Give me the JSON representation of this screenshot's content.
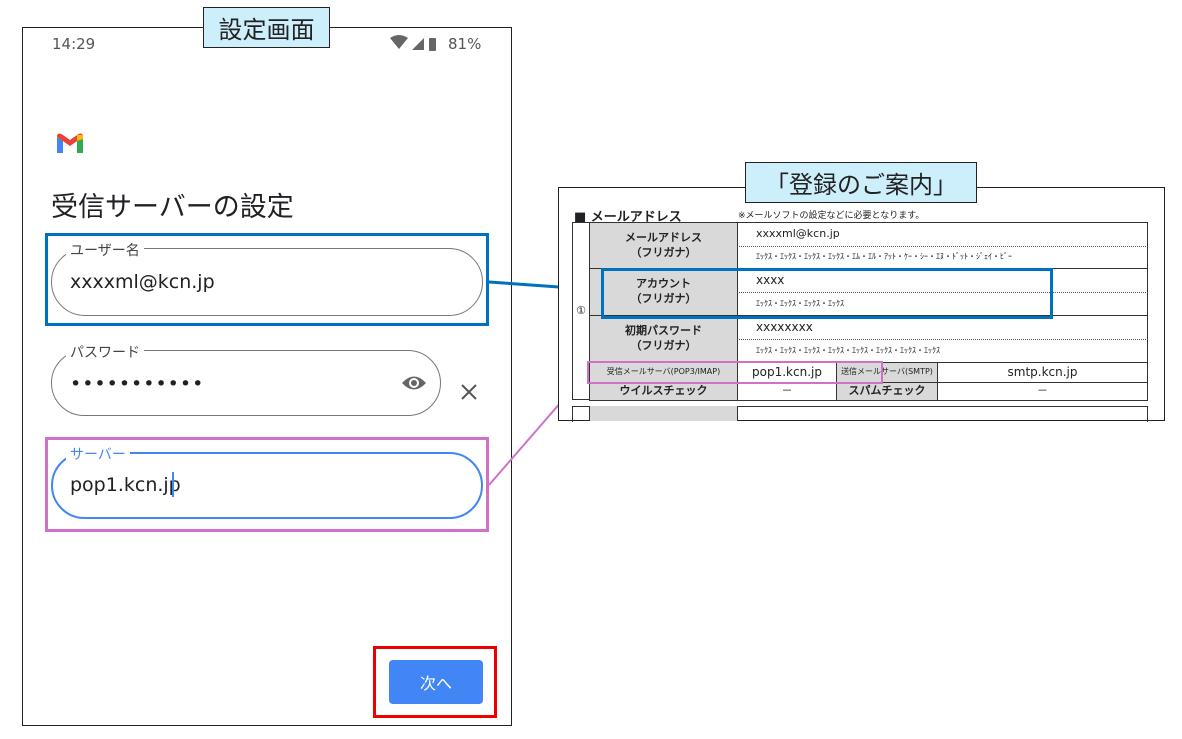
{
  "labels": {
    "settings_screen": "設定画面",
    "registration_guide": "「登録のご案内」"
  },
  "phone": {
    "status": {
      "time": "14:29",
      "battery": "81%",
      "icons": [
        "wifi-icon",
        "signal-icon",
        "battery-icon"
      ]
    },
    "logo": "gmail-logo",
    "title": "受信サーバーの設定",
    "username": {
      "label": "ユーザー名",
      "value": "xxxxml@kcn.jp"
    },
    "password": {
      "label": "パスワード",
      "value": "•••••••••••"
    },
    "server": {
      "label": "サーバー",
      "value": "pop1.kcn.jp"
    },
    "next_button": "次へ",
    "accent": "#4285f4"
  },
  "doc": {
    "heading": "■ メールアドレス",
    "note": "※メールソフトの設定などに必要となります。",
    "index": "①",
    "rows": [
      {
        "label": "メールアドレス",
        "sub": "（フリガナ）",
        "value": "xxxxml@kcn.jp",
        "furigana": "ｴｯｸｽ・ｴｯｸｽ・ｴｯｸｽ・ｴｯｸｽ・ｴﾑ・ｴﾙ・ｱｯﾄ・ｹｰ・ｼｰ・ｴﾇ・ﾄﾞｯﾄ・ｼﾞｪｲ・ﾋﾞｰ"
      },
      {
        "label": "アカウント",
        "sub": "（フリガナ）",
        "value": "xxxx",
        "furigana": "ｴｯｸｽ・ｴｯｸｽ・ｴｯｸｽ・ｴｯｸｽ"
      },
      {
        "label": "初期パスワード",
        "sub": "（フリガナ）",
        "value": "xxxxxxxx",
        "furigana": "ｴｯｸｽ・ｴｯｸｽ・ｴｯｸｽ・ｴｯｸｽ・ｴｯｸｽ・ｴｯｸｽ・ｴｯｸｽ・ｴｯｸｽ"
      }
    ],
    "incoming_label": "受信メールサーバ(POP3/IMAP)",
    "incoming_value": "pop1.kcn.jp",
    "outgoing_label": "送信メールサーバ(SMTP)",
    "outgoing_value": "smtp.kcn.jp",
    "virus_label": "ウイルスチェック",
    "virus_value": "－",
    "spam_label": "スパムチェック",
    "spam_value": "－"
  },
  "colors": {
    "blue_highlight": "#0070c0",
    "pink_highlight": "#d070c8",
    "red_highlight": "#ee0000",
    "tag_bg": "#cdeefb"
  }
}
